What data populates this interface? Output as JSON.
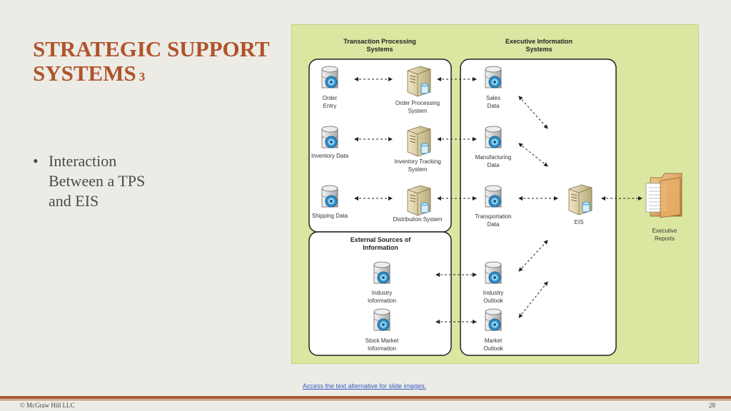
{
  "slide": {
    "title_line1": "STRATEGIC SUPPORT",
    "title_line2": "SYSTEMS",
    "title_number": "3",
    "bullet_marker": "•",
    "bullet_text": "Interaction Between a TPS and EIS",
    "link_text": "Access the text alternative for slide images.",
    "copyright": "© McGraw Hill LLC",
    "page_number": "28",
    "accent_color": "#b0532a"
  },
  "diagram": {
    "tps_header": [
      "Transaction Processing",
      "Systems"
    ],
    "eis_header": [
      "Executive Information",
      "Systems"
    ],
    "external_header": [
      "External Sources of",
      "Information"
    ],
    "tps_databases": [
      {
        "label": [
          "Order",
          "Entry"
        ]
      },
      {
        "label": [
          "Inventory Data"
        ]
      },
      {
        "label": [
          "Shipping Data"
        ]
      }
    ],
    "tps_servers": [
      {
        "label": [
          "Order Processing",
          "System"
        ]
      },
      {
        "label": [
          "Inventory Tracking",
          "System"
        ]
      },
      {
        "label": [
          "Distribution System"
        ]
      }
    ],
    "eis_databases": [
      {
        "label": [
          "Sales",
          "Data"
        ]
      },
      {
        "label": [
          "Manufacturing",
          "Data"
        ]
      },
      {
        "label": [
          "Transportation",
          "Data"
        ]
      },
      {
        "label": [
          "Industry",
          "Outlook"
        ]
      },
      {
        "label": [
          "Market",
          "Outlook"
        ]
      }
    ],
    "external_databases": [
      {
        "label": [
          "Industry",
          "Information"
        ]
      },
      {
        "label": [
          "Stock Market",
          "Information"
        ]
      }
    ],
    "eis_server": {
      "label": [
        "EIS"
      ]
    },
    "reports": {
      "label": [
        "Executive",
        "Reports"
      ]
    }
  }
}
